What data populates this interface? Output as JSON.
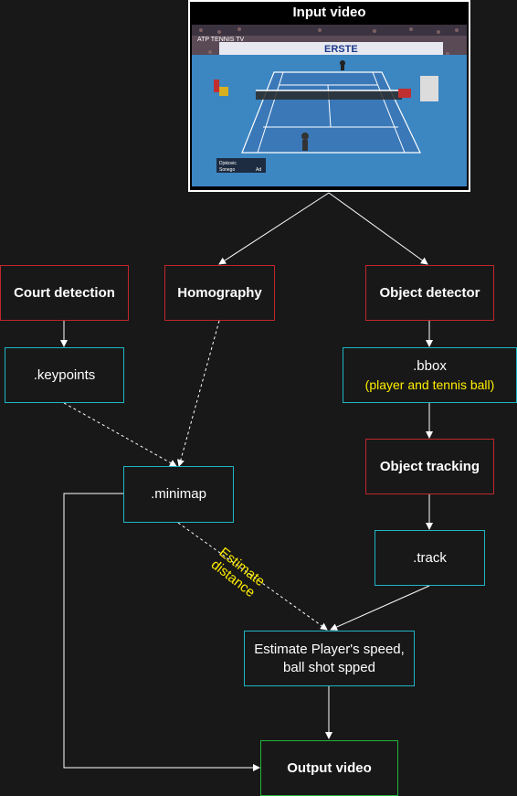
{
  "nodes": {
    "input": {
      "title": "Input video"
    },
    "court": {
      "label": "Court detection"
    },
    "homography": {
      "label": "Homography"
    },
    "detector": {
      "label": "Object detector"
    },
    "keypoints": {
      "label": ".keypoints"
    },
    "bbox": {
      "label": ".bbox",
      "note": "(player and tennis ball)"
    },
    "tracking": {
      "label": "Object tracking"
    },
    "minimap": {
      "label": ".minimap"
    },
    "track": {
      "label": ".track"
    },
    "speed": {
      "label": "Estimate Player's speed, ball shot spped"
    },
    "output": {
      "label": "Output video"
    }
  },
  "edge_labels": {
    "estimate_distance": "Estimate\ndistance"
  },
  "video_frame": {
    "scoreboard": {
      "row1": "Djokovic",
      "row2": "Sonego",
      "score1": "Ad"
    },
    "banner": "ERSTE",
    "logo": "ATP TENNIS TV"
  },
  "colors": {
    "background": "#181818",
    "process_border": "#c0262b",
    "data_border": "#1fb5c5",
    "output_border": "#22b33a",
    "note_text": "#ffee00",
    "edge": "#ffffff"
  }
}
